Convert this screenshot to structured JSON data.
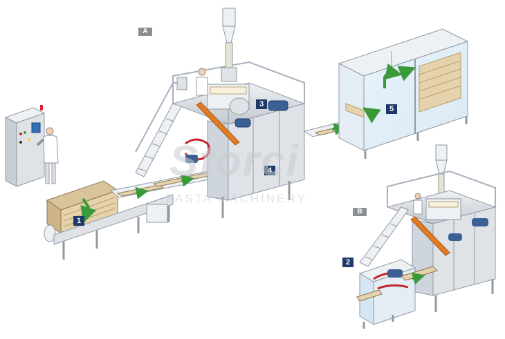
{
  "layouts": {
    "a": "A",
    "b": "B"
  },
  "steps": {
    "s1": "1",
    "s2": "2",
    "s3": "3",
    "s4": "4",
    "s5": "5"
  },
  "watermark": {
    "brand": "Storci",
    "tagline": "PASTA MACHINERY"
  },
  "colors": {
    "marker": "#1f3a68",
    "layout_marker": "#8a8f96",
    "frame": "#c6ccd4",
    "frame_dark": "#8f98a3",
    "tray": "#d9c39a",
    "arrow_green": "#3a9a3a",
    "beam_orange": "#e07b22",
    "motor_blue": "#3c5f94",
    "flow_red": "#c4262e",
    "cabinet": "#dfe3e8",
    "screen": "#2f6fb5"
  }
}
